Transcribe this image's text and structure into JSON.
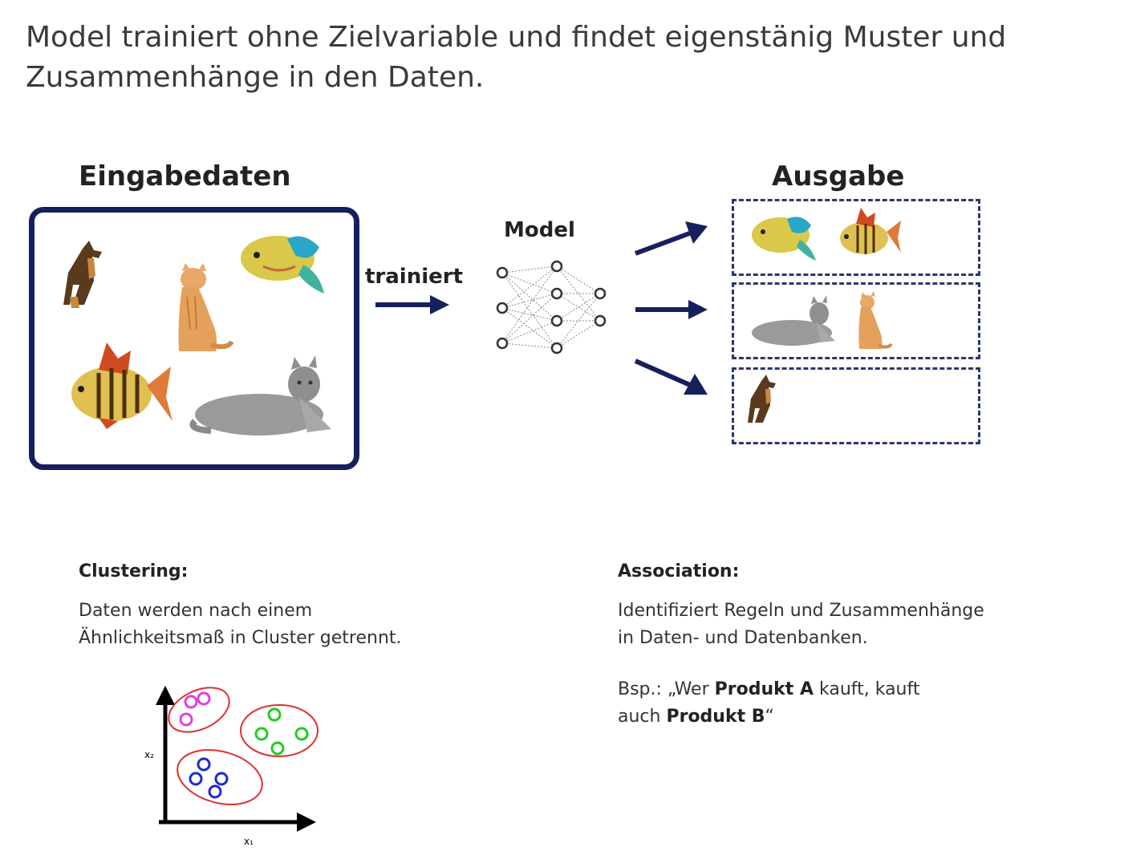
{
  "headline": "Model trainiert ohne Zielvariable und findet eigenstänig Muster und Zusammenhänge in den Daten.",
  "input_title": "Eingabedaten",
  "output_title": "Ausgabe",
  "model_label": "Model",
  "train_label": "trainiert",
  "input_items": [
    "dog",
    "cat",
    "fish",
    "fish",
    "cat"
  ],
  "output_groups": [
    {
      "items": [
        "fish",
        "fish"
      ]
    },
    {
      "items": [
        "cat",
        "cat"
      ]
    },
    {
      "items": [
        "dog"
      ]
    }
  ],
  "clustering": {
    "title": "Clustering:",
    "line1": "Daten werden nach einem",
    "line2": "Ähnlichkeitsmaß in Cluster getrennt.",
    "axis_y": "x₂",
    "axis_x": "x₁",
    "cluster_colors": [
      "#e040e0",
      "#22cc22",
      "#1a2ad0"
    ],
    "outline_color": "#e03030"
  },
  "association": {
    "title": "Association:",
    "line1": "Identifiziert Regeln und Zusammenhänge",
    "line2": "in Daten- und Datenbanken.",
    "example_prefix": "Bsp.: „Wer ",
    "product_a": "Produkt A",
    "example_mid": " kauft, kauft",
    "example_line2_prefix": "auch ",
    "product_b": "Produkt B",
    "example_suffix": "“"
  },
  "colors": {
    "navy": "#16205e",
    "text": "#333333"
  }
}
